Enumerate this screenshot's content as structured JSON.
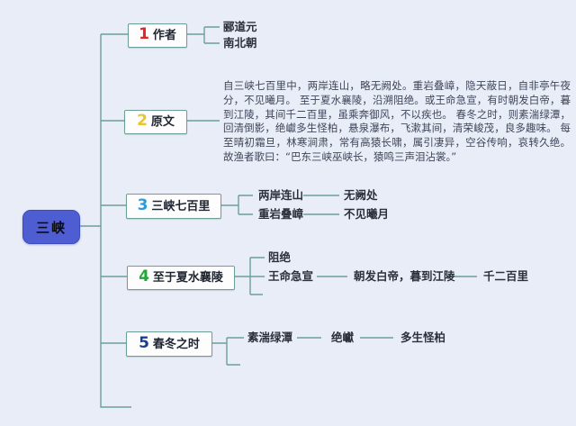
{
  "root": {
    "label": "三峡",
    "fill_color": "#4e5ed2"
  },
  "line_color": "#6aa096",
  "background_color": "#e9edf8",
  "nodes": [
    {
      "num": "1",
      "num_color": "#e3242b",
      "label": "作者",
      "children": [
        "郦道元",
        "南北朝"
      ]
    },
    {
      "num": "2",
      "num_color": "#e9c431",
      "label": "原文",
      "paragraph": "自三峡七百里中，两岸连山，略无阙处。重岩叠嶂，隐天蔽日，自非亭午夜分，不见曦月。 至于夏水襄陵，沿溯阻绝。或王命急宣，有时朝发白帝，暮到江陵，其间千二百里，虽乘奔御风，不以疾也。 春冬之时，则素湍绿潭，回清倒影，绝巘多生怪柏，悬泉瀑布，飞漱其间，清荣峻茂，良多趣味。 每至晴初霜旦，林寒涧肃，常有高猿长啸，属引凄异，空谷传响，哀转久绝。故渔者歌曰：“巴东三峡巫峡长，猿鸣三声泪沾裳。”"
    },
    {
      "num": "3",
      "num_color": "#2b9cd8",
      "label": "三峡七百里",
      "rows": [
        [
          "两岸连山",
          "无阙处"
        ],
        [
          "重岩叠嶂",
          "不见曦月"
        ]
      ]
    },
    {
      "num": "4",
      "num_color": "#22a83a",
      "label": "至于夏水襄陵",
      "rows": [
        [
          "阻绝"
        ],
        [
          "王命急宣",
          "朝发白帝，暮到江陵",
          "千二百里"
        ]
      ]
    },
    {
      "num": "5",
      "num_color": "#1b3d91",
      "label": "春冬之时",
      "rows": [
        [
          "素湍绿潭",
          "绝巘",
          "多生怪柏"
        ]
      ]
    }
  ]
}
